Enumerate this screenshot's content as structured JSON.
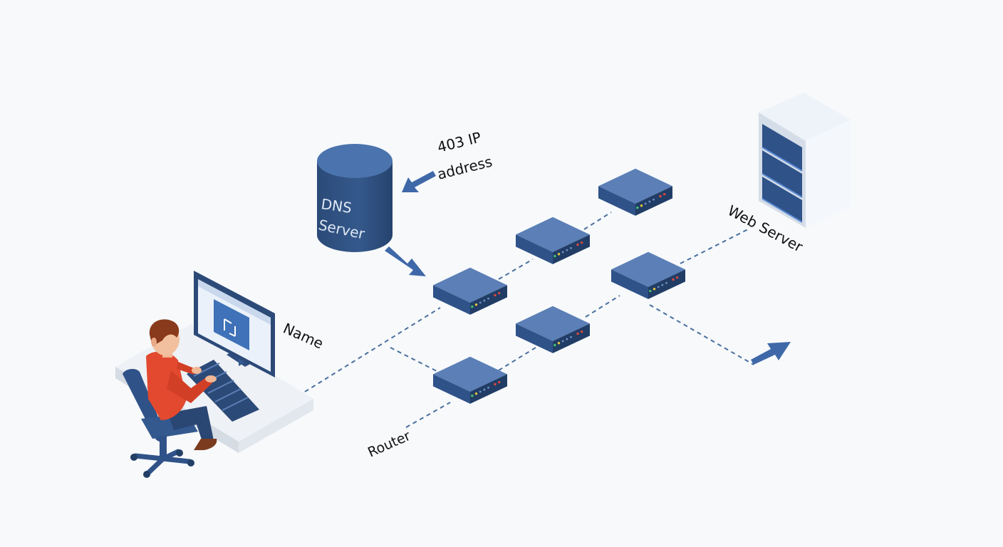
{
  "labels": {
    "ip_line1": "403 IP",
    "ip_line2": "address",
    "dns_line1": "DNS",
    "dns_line2": "Server",
    "name": "Name",
    "router": "Router",
    "web_server": "Web Server"
  },
  "colors": {
    "background": "#f7f9fb",
    "device_blue": "#3d639c",
    "device_dark": "#223f66",
    "accent_arrow": "#3f68a8",
    "link_dash": "#4a6f9e",
    "shirt": "#e2492f",
    "hair": "#8a3a1c",
    "led_green": "#45c16a",
    "led_yellow": "#e5c43a",
    "led_red": "#d9473f"
  },
  "icons": {
    "user": "person-at-desk-icon",
    "computer": "monitor-icon",
    "database": "dns-database-cylinder-icon",
    "router": "network-router-icon",
    "server": "server-tower-icon",
    "arrow": "arrow-icon"
  }
}
